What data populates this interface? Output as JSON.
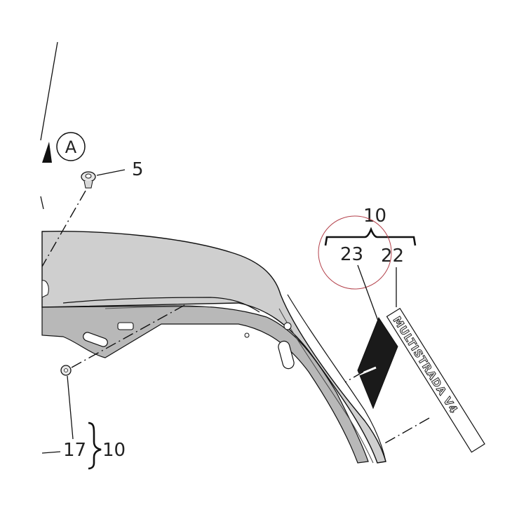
{
  "callouts": {
    "ref_a": "A",
    "part_5": "5",
    "group_10_top": "10",
    "part_23": "23",
    "part_22": "22",
    "part_17": "17",
    "group_10_bottom": "10"
  },
  "decal": {
    "text": "MULTISTRADA V4"
  },
  "colors": {
    "fairing_fill": "#c9c9c9",
    "fairing_shadow": "#9a9a9a",
    "line": "#111111",
    "highlight_circle": "#b3404a",
    "black_decal": "#1a1a1a"
  }
}
